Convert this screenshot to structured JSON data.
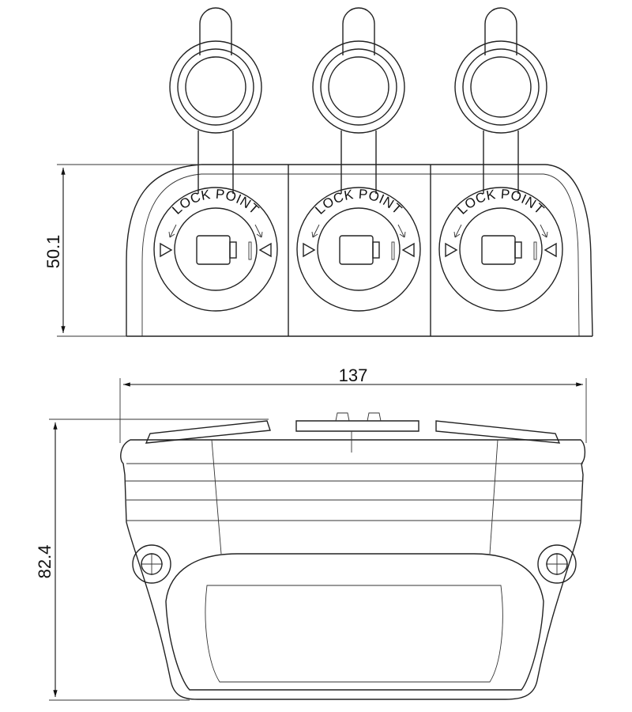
{
  "dimensions": {
    "front_height": "50.1",
    "bottom_width": "137",
    "bottom_height": "82.4"
  },
  "sockets": [
    {
      "label": "LOCK POINT"
    },
    {
      "label": "LOCK POINT"
    },
    {
      "label": "LOCK POINT"
    }
  ]
}
